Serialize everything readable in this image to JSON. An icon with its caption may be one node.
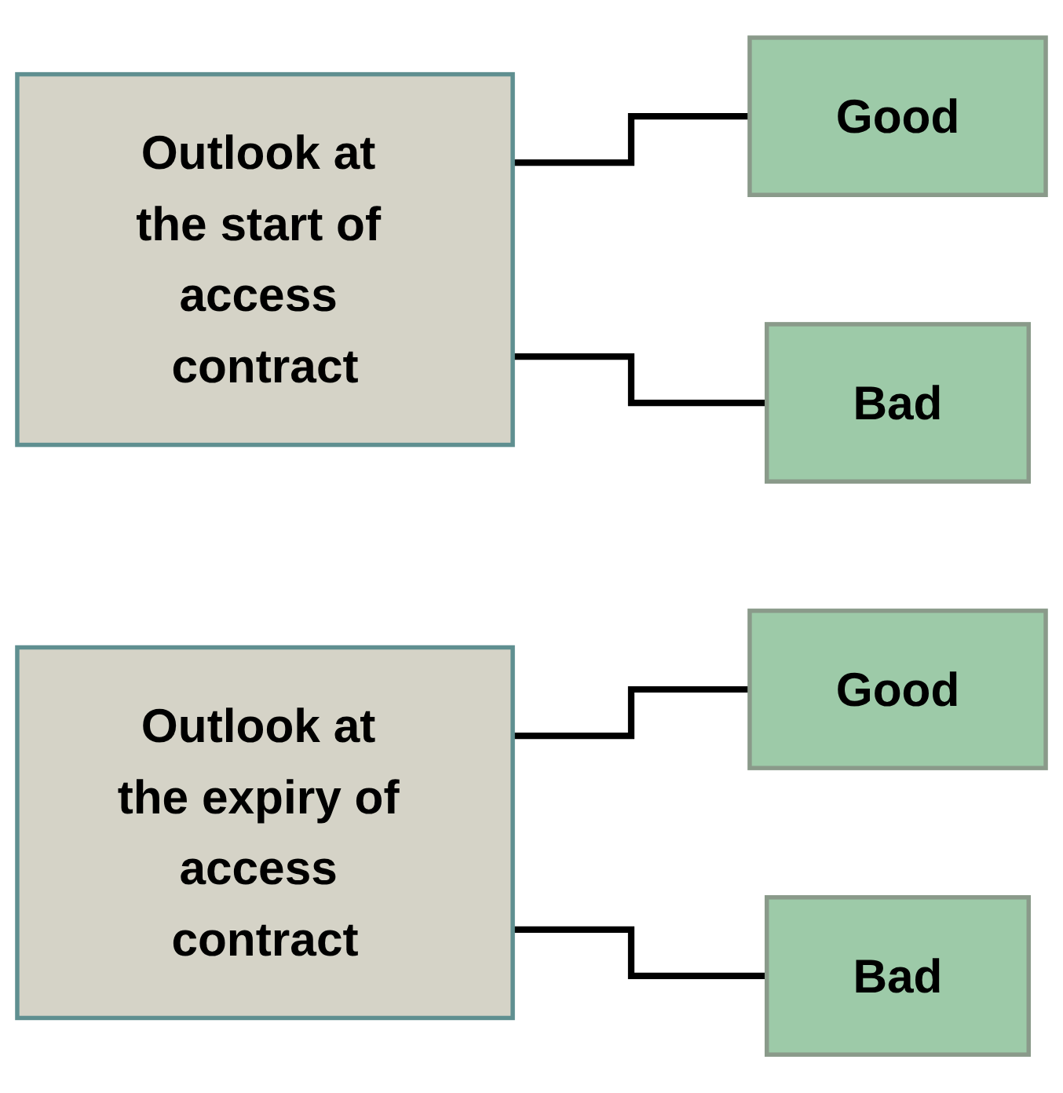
{
  "diagram": {
    "nodes": [
      {
        "text": [
          "Outlook at the start of access contract"
        ]
      },
      {
        "text": [
          "Good"
        ]
      },
      {
        "text": [
          "Bad"
        ]
      },
      {
        "text": [
          "Outlook at the expiry of access contract"
        ]
      },
      {
        "text": [
          "Good"
        ]
      },
      {
        "text": [
          "Bad"
        ]
      }
    ],
    "edges": [
      {
        "from": 0,
        "to": 1,
        "arrow": "none"
      },
      {
        "from": 0,
        "to": 2,
        "arrow": "none"
      },
      {
        "from": 3,
        "to": 4,
        "arrow": "none"
      },
      {
        "from": 3,
        "to": 5,
        "arrow": "none"
      }
    ]
  }
}
